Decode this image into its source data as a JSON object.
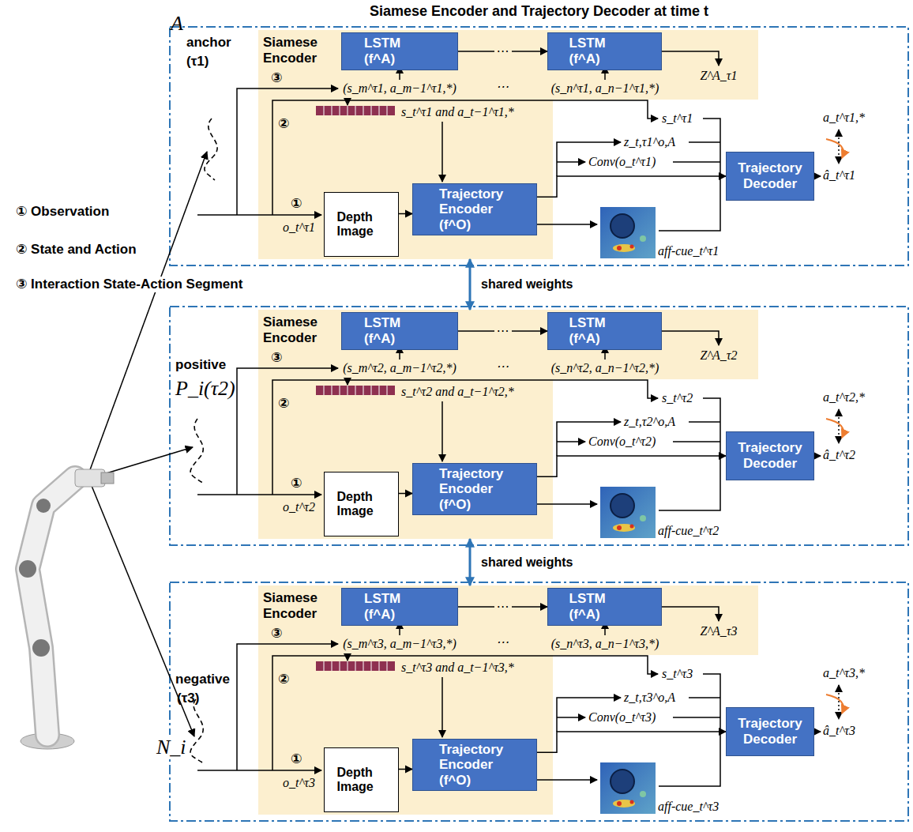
{
  "diagram": {
    "title": "Siamese Encoder and Trajectory Decoder at time t",
    "nodes": [
      {
        "text": [
          "Siamese Encoder"
        ]
      },
      {
        "text": [
          "LSTM (f^A)"
        ],
        "in": 0
      },
      {
        "text": [
          "LSTM (f^A)"
        ],
        "in": 0
      },
      {
        "text": [
          "Depth Image"
        ],
        "in": 0
      },
      {
        "text": [
          "Trajectory Encoder (f^O)"
        ],
        "in": 0
      },
      {
        "text": [
          "Trajectory Decoder"
        ]
      },
      {
        "text": [
          "Siamese Encoder"
        ]
      },
      {
        "text": [
          "LSTM (f^A)"
        ],
        "in": 6
      },
      {
        "text": [
          "LSTM (f^A)"
        ],
        "in": 6
      },
      {
        "text": [
          "Depth Image"
        ],
        "in": 6
      },
      {
        "text": [
          "Trajectory Encoder (f^O)"
        ],
        "in": 6
      },
      {
        "text": [
          "Trajectory Decoder"
        ]
      },
      {
        "text": [
          "Siamese Encoder"
        ]
      },
      {
        "text": [
          "LSTM (f^A)"
        ],
        "in": 12
      },
      {
        "text": [
          "LSTM (f^A)"
        ],
        "in": 12
      },
      {
        "text": [
          "Depth Image"
        ],
        "in": 12
      },
      {
        "text": [
          "Trajectory Encoder (f^O)"
        ],
        "in": 12
      },
      {
        "text": [
          "Trajectory Decoder"
        ]
      }
    ],
    "edges": [
      {
        "from": 1,
        "to": 2,
        "arrow": "to",
        "label": "⋯"
      },
      {
        "from": 3,
        "to": 4,
        "arrow": "to"
      },
      {
        "from": 4,
        "to": 5,
        "arrow": "to"
      },
      {
        "from": 7,
        "to": 8,
        "arrow": "to",
        "label": "⋯"
      },
      {
        "from": 9,
        "to": 10,
        "arrow": "to"
      },
      {
        "from": 10,
        "to": 11,
        "arrow": "to"
      },
      {
        "from": 13,
        "to": 14,
        "arrow": "to",
        "label": "⋯"
      },
      {
        "from": 15,
        "to": 16,
        "arrow": "to"
      },
      {
        "from": 16,
        "to": 17,
        "arrow": "to"
      },
      {
        "from": 0,
        "to": 6,
        "arrow": "both",
        "label": "shared weights"
      },
      {
        "from": 6,
        "to": 12,
        "arrow": "both",
        "label": "shared weights"
      }
    ],
    "labels": [
      "① Observation",
      "② State and Action",
      "③ Interaction State-Action Segment",
      "A",
      "anchor",
      "(τ1)",
      "③",
      "(s_m^τ1, a_m−1^τ1,*)",
      "⋯",
      "(s_n^τ1, a_n−1^τ1,*)",
      "Z^A_τ1",
      "②",
      "s_t^τ1 and a_t−1^τ1,*",
      "①",
      "o_t^τ1",
      "s_t^τ1",
      "z_t,τ1^o,A",
      "Conv(o_t^τ1)",
      "aff-cue_t^τ1",
      "a_t^τ1,*",
      "â_t^τ1",
      "positive",
      "P_i(τ2)",
      "③",
      "(s_m^τ2, a_m−1^τ2,*)",
      "⋯",
      "(s_n^τ2, a_n−1^τ2,*)",
      "Z^A_τ2",
      "②",
      "s_t^τ2 and a_t−1^τ2,*",
      "①",
      "o_t^τ2",
      "s_t^τ2",
      "z_t,τ2^o,A",
      "Conv(o_t^τ2)",
      "aff-cue_t^τ2",
      "a_t^τ2,*",
      "â_t^τ2",
      "negative",
      "(τ3)",
      "N_i",
      "③",
      "(s_m^τ3, a_m−1^τ3,*)",
      "⋯",
      "(s_n^τ3, a_n−1^τ3,*)",
      "Z^A_τ3",
      "②",
      "s_t^τ3 and a_t−1^τ3,*",
      "①",
      "o_t^τ3",
      "s_t^τ3",
      "z_t,τ3^o,A",
      "Conv(o_t^τ3)",
      "aff-cue_t^τ3",
      "a_t^τ3,*",
      "â_t^τ3"
    ]
  }
}
